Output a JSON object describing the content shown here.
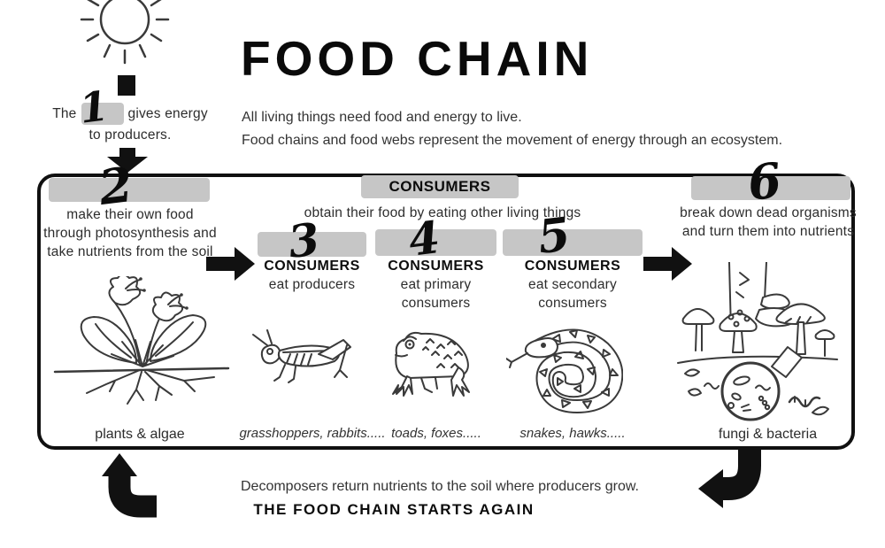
{
  "title": "FOOD CHAIN",
  "subtitle": {
    "line1": "All living things need food and energy to live.",
    "line2": "Food chains and food webs represent the movement of energy through an ecosystem."
  },
  "intro": {
    "pre": "The",
    "answer": "1",
    "post": "gives energy",
    "line2": "to producers."
  },
  "consumers_header": {
    "label": "CONSUMERS",
    "sub": "obtain their food by eating other living things"
  },
  "columns": {
    "producers": {
      "answer": "2",
      "desc": "make their own food through photosynthesis and take nutrients from the soil",
      "examples": "plants & algae"
    },
    "primary": {
      "answer": "3",
      "label": "CONSUMERS",
      "desc": "eat producers",
      "examples": "grasshoppers, rabbits....."
    },
    "secondary": {
      "answer": "4",
      "label": "CONSUMERS",
      "desc": "eat primary consumers",
      "examples": "toads, foxes....."
    },
    "tertiary": {
      "answer": "5",
      "label": "CONSUMERS",
      "desc": "eat secondary consumers",
      "examples": "snakes, hawks....."
    },
    "decomposers": {
      "answer": "6",
      "desc": "break down dead organisms and turn them into nutrients",
      "examples": "fungi & bacteria"
    }
  },
  "footer": {
    "line1": "Decomposers return nutrients to the soil where producers grow.",
    "line2": "THE FOOD CHAIN STARTS AGAIN"
  },
  "icons": {
    "sun": "sun-icon",
    "flow_arrows": "black-block-arrows",
    "illustrations": [
      "plant-illustration",
      "grasshopper-illustration",
      "toad-illustration",
      "snake-illustration",
      "fungi-bacteria-illustration"
    ]
  },
  "colors": {
    "blank_box": "#c6c6c6",
    "ink": "#111111",
    "text": "#2d2d2d",
    "background": "#ffffff"
  }
}
